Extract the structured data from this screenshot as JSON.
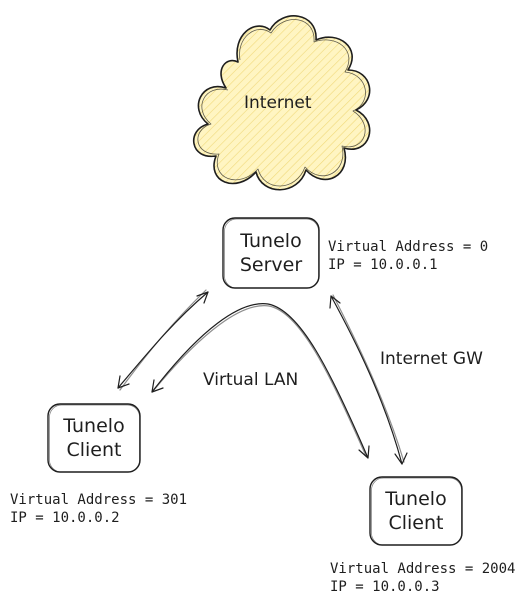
{
  "diagram": {
    "nodes": {
      "internet": {
        "label": "Internet",
        "fill": "#fff5c2",
        "stroke": "#1e1e1e"
      },
      "server": {
        "line1": "Tunelo",
        "line2": "Server"
      },
      "client_left": {
        "line1": "Tunelo",
        "line2": "Client"
      },
      "client_right": {
        "line1": "Tunelo",
        "line2": "Client"
      }
    },
    "notes": {
      "server": {
        "address": "Virtual Address = 0",
        "ip": "IP = 10.0.0.1"
      },
      "client_left": {
        "address": "Virtual Address = 301",
        "ip": "IP = 10.0.0.2"
      },
      "client_right": {
        "address": "Virtual Address = 2004",
        "ip": "IP = 10.0.0.3"
      }
    },
    "edges": {
      "virtual_lan": "Virtual LAN",
      "internet_gw": "Internet GW"
    },
    "colors": {
      "stroke": "#1e1e1e",
      "background": "#ffffff",
      "cloud_fill": "#fff5c2"
    }
  }
}
